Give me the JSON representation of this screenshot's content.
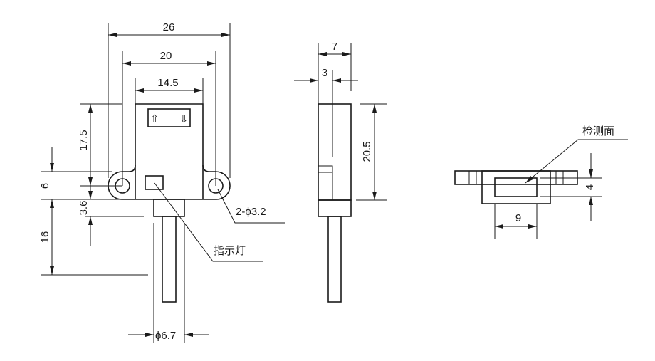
{
  "front_view": {
    "dim_overall_width": "26",
    "dim_hole_pitch": "20",
    "dim_body_width": "14.5",
    "dim_body_height": "17.5",
    "dim_ear_height": "6",
    "dim_connector_height": "3.6",
    "dim_cable_length": "16",
    "dim_cable_diameter": "ϕ6.7",
    "hole_label": "2-ϕ3.2",
    "indicator_label": "指示灯",
    "window_arrows": [
      "⇧",
      "⇩"
    ]
  },
  "side_view": {
    "dim_thickness": "7",
    "dim_offset": "3",
    "dim_height": "20.5"
  },
  "bottom_view": {
    "sensing_face_label": "检测面",
    "dim_face_width": "9",
    "dim_face_height": "4"
  }
}
